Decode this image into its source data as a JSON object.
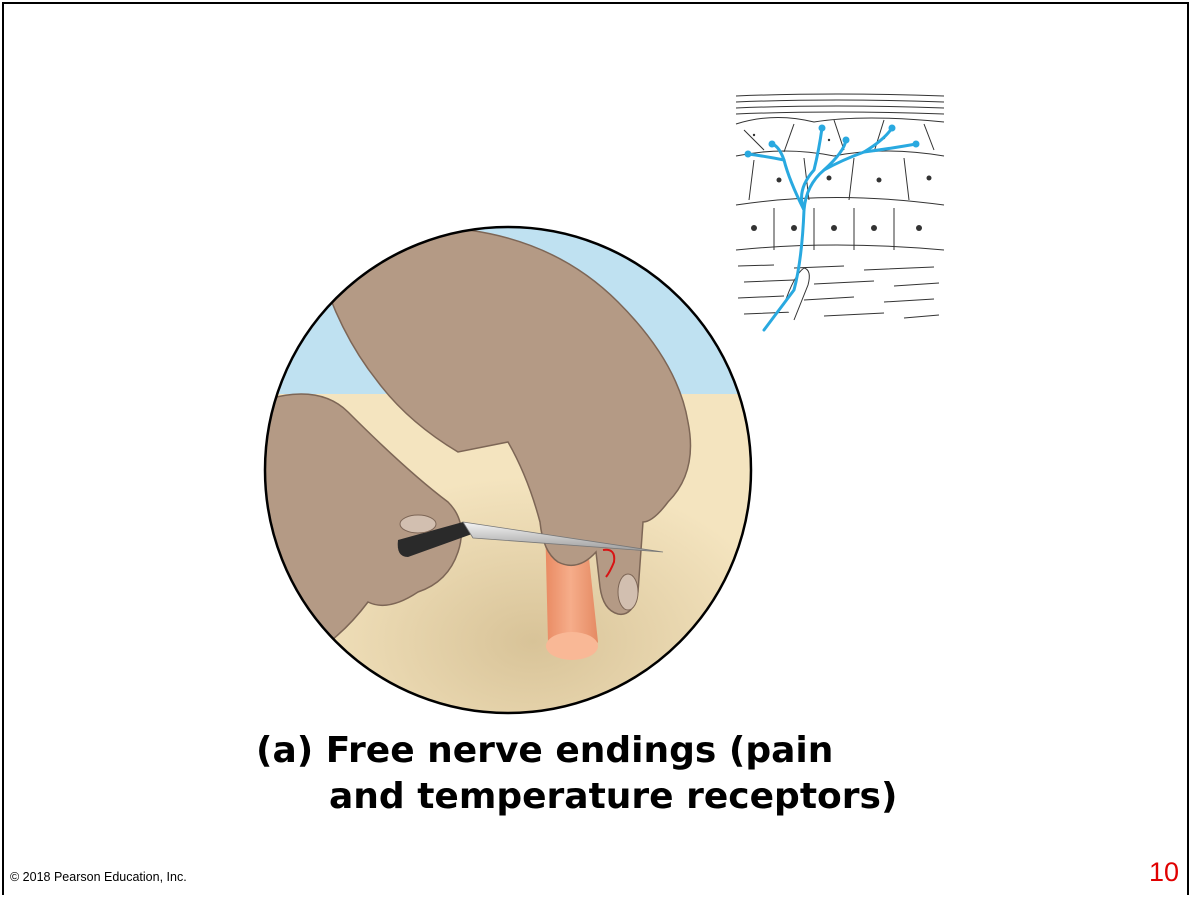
{
  "slide": {
    "caption_line1": "(a) Free nerve endings (pain",
    "caption_line2": "and temperature receptors)",
    "copyright": "© 2018 Pearson Education, Inc.",
    "page_number": "10"
  },
  "illustration": {
    "subject": "hand-cutting-finger-with-knife-icon",
    "inset": "free-nerve-endings-histology-icon"
  },
  "colors": {
    "nerve": "#29a9e0",
    "skin": "#b49a85",
    "sky": "#bfe1f1",
    "table": "#f4e4bf",
    "carrot": "#f2a27e",
    "page_number": "#e00000"
  }
}
